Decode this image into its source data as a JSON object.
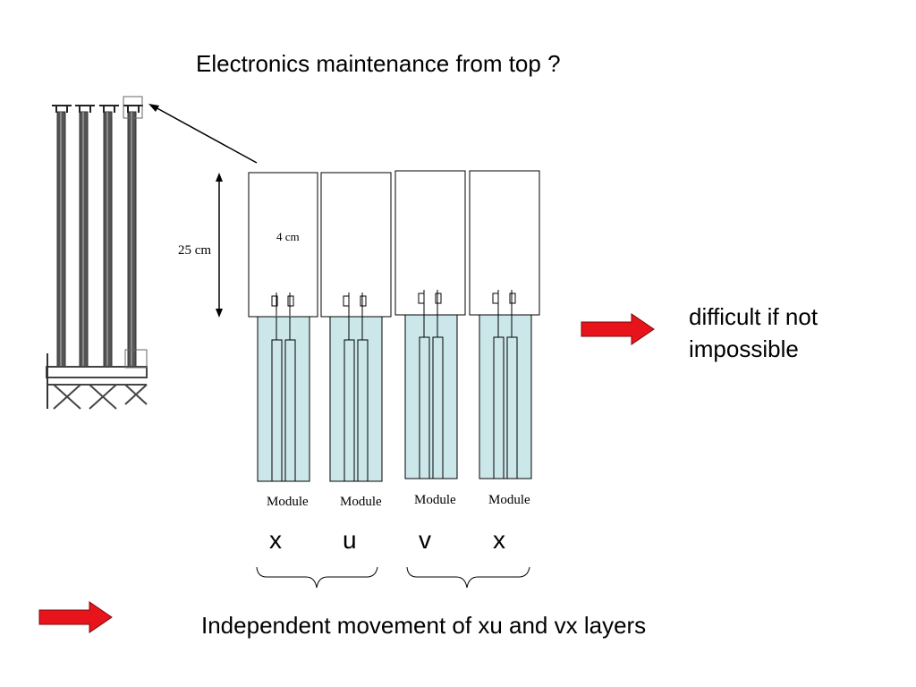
{
  "title": "Electronics maintenance from top ?",
  "note": {
    "line1": "difficult if not",
    "line2": "impossible"
  },
  "bottom_text": "Independent movement of xu and vx layers",
  "dimensions": {
    "height": "25 cm",
    "width": "4 cm"
  },
  "modules": [
    {
      "label": "Module",
      "layer": "x"
    },
    {
      "label": "Module",
      "layer": "u"
    },
    {
      "label": "Module",
      "layer": "v"
    },
    {
      "label": "Module",
      "layer": "x"
    }
  ],
  "colors": {
    "arrow_red": "#e8141c",
    "module_fill": "#cce7ea"
  }
}
